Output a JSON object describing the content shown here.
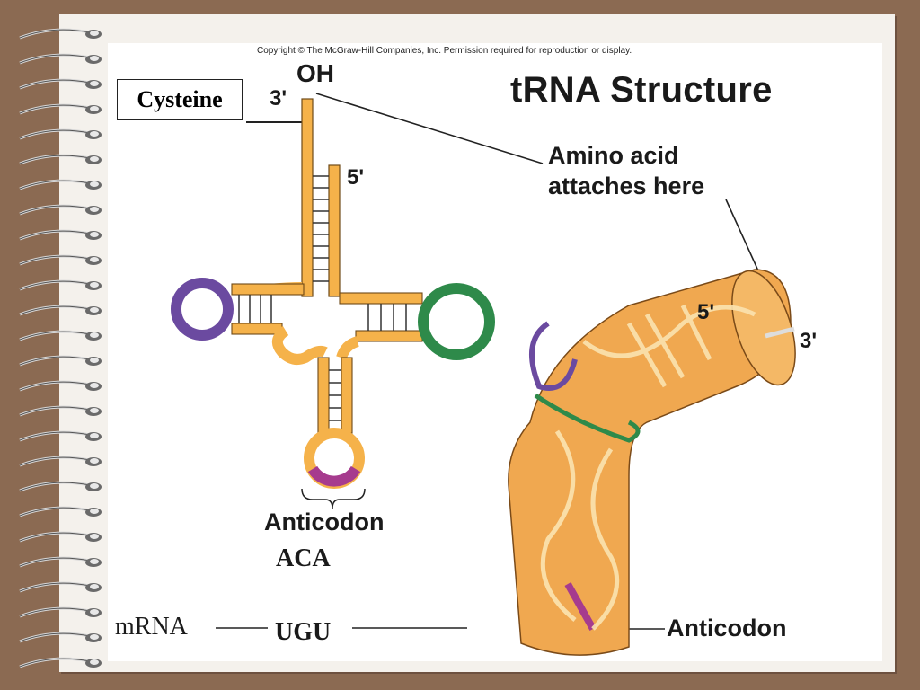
{
  "copyright": "Copyright © The McGraw-Hill Companies, Inc. Permission required for reproduction or display.",
  "title": "tRNA Structure",
  "amino_acid_box": "Cysteine",
  "labels": {
    "oh": "OH",
    "three_prime_top": "3'",
    "five_prime_left": "5'",
    "amino_line1": "Amino acid",
    "amino_line2": "attaches here",
    "anticodon_left": "Anticodon",
    "anticodon_seq": "ACA",
    "mrna": "mRNA",
    "codon_seq": "UGU",
    "five_prime_3d": "5'",
    "three_prime_3d": "3'",
    "anticodon_right": "Anticodon"
  },
  "colors": {
    "background": "#8b6a52",
    "nucleotide": "#f5b24a",
    "d_loop": "#6b4aa0",
    "t_loop": "#2e8a4a",
    "anticodon": "#a63b8e"
  }
}
